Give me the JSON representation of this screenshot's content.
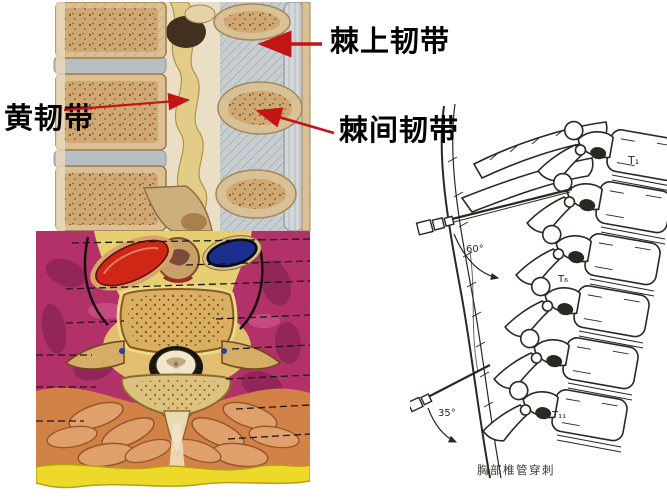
{
  "figure": {
    "background": "#ffffff"
  },
  "ligament_diagram": {
    "labels": {
      "supraspinous": "棘上韧带",
      "ligamentum_flavum": "黄韧带",
      "interspinous": "棘间韧带"
    },
    "annotation_color": "#c31515",
    "text_color": "#000000"
  },
  "cross_section": {
    "colors": {
      "muscle_magenta": "#b23168",
      "muscle_dark": "#8c2457",
      "aorta_red": "#cf2615",
      "vein_blue": "#1c2f8f",
      "fat_pale_yellow": "#e6cf70",
      "bone_tan": "#d9af62",
      "muscle_orange": "#d28247",
      "fat_bright_yellow": "#ecd92a"
    }
  },
  "puncture_diagram": {
    "upper_needle_angle": "60°",
    "lower_needle_angle": "35°",
    "vertebra_labels": {
      "top": "T₁",
      "middle": "T₆",
      "bottom": "T₁₁"
    },
    "caption": "胸部椎管穿刺",
    "ink_color": "#2b2722"
  }
}
